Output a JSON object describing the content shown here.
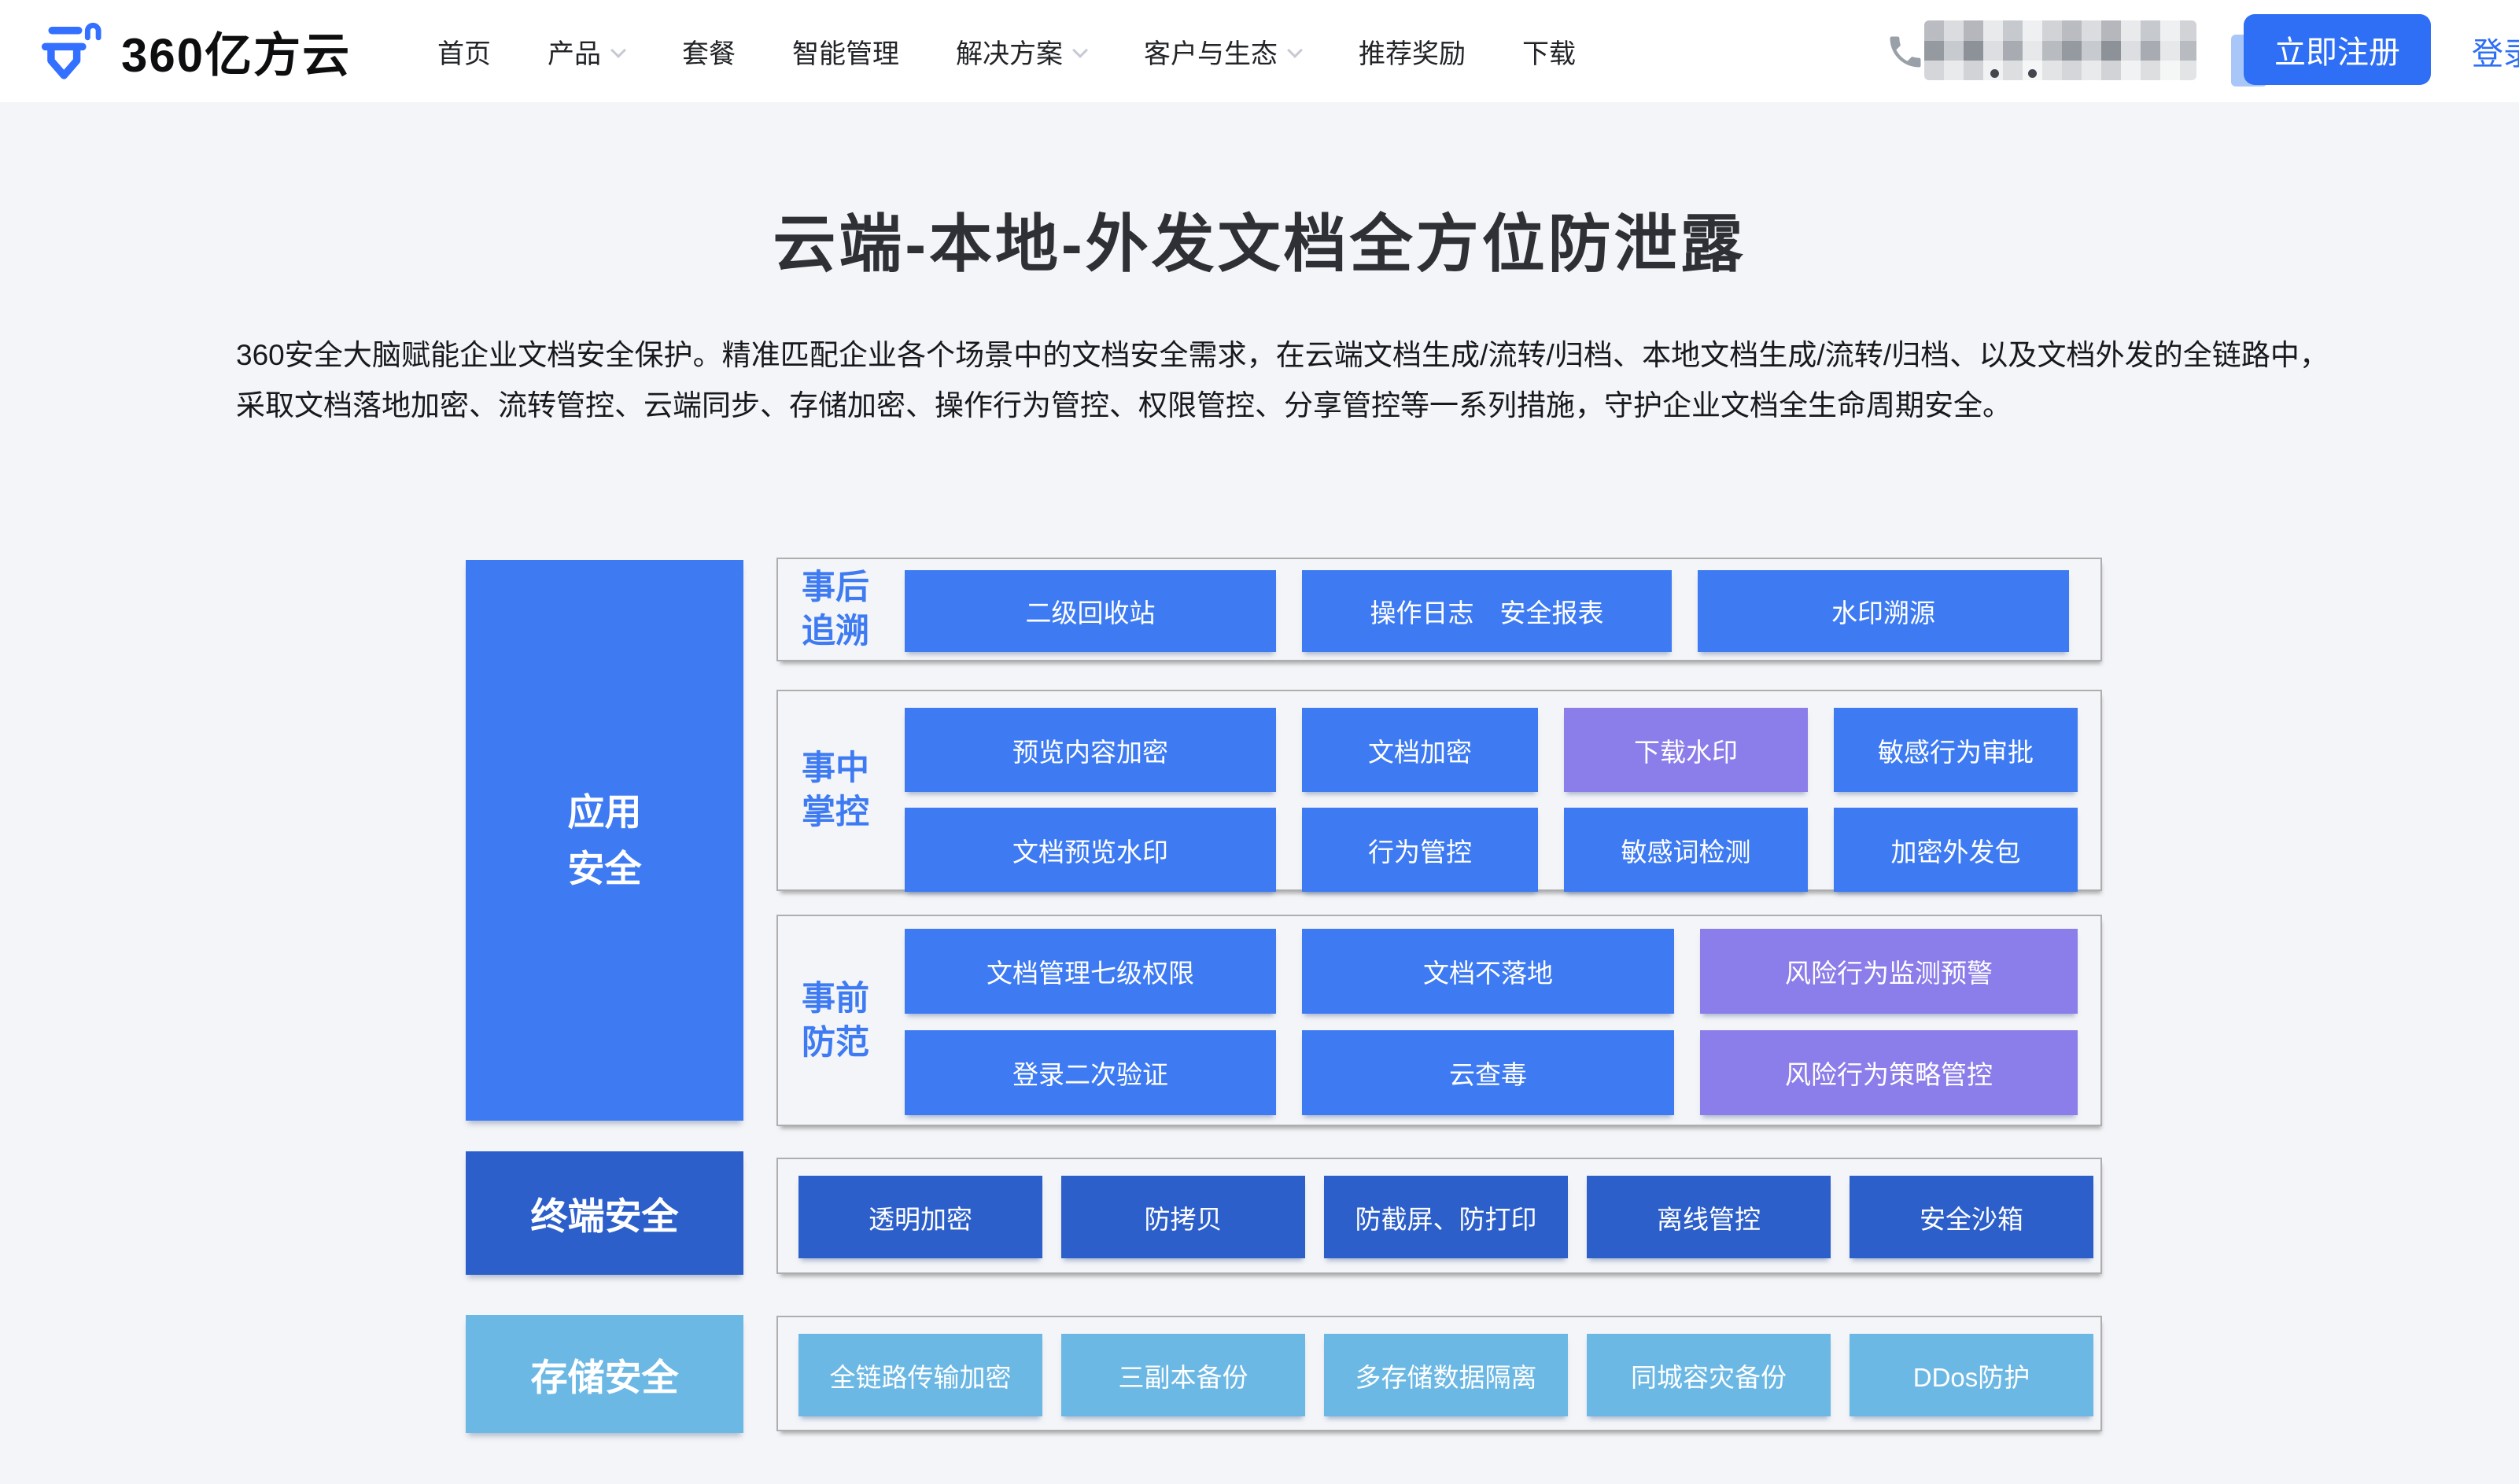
{
  "colors": {
    "primary_blue": "#3e7bf3",
    "purple": "#8b7dea",
    "dark_blue": "#2c5fca",
    "light_blue": "#6cb8e4",
    "accent_blue": "#2e6ff5"
  },
  "header": {
    "logo_text": "360亿方云",
    "nav_items": [
      {
        "label": "首页",
        "dropdown": false
      },
      {
        "label": "产品",
        "dropdown": true
      },
      {
        "label": "套餐",
        "dropdown": false
      },
      {
        "label": "智能管理",
        "dropdown": false
      },
      {
        "label": "解决方案",
        "dropdown": true
      },
      {
        "label": "客户与生态",
        "dropdown": true
      },
      {
        "label": "推荐奖励",
        "dropdown": false
      },
      {
        "label": "下载",
        "dropdown": false
      }
    ],
    "register_label": "立即注册",
    "login_label": "登录"
  },
  "hero": {
    "title": "云端-本地-外发文档全方位防泄露",
    "description": "360安全大脑赋能企业文档安全保护。精准匹配企业各个场景中的文档安全需求，在云端文档生成/流转/归档、本地文档生成/流转/归档、以及文档外发的全链路中，采取文档落地加密、流转管控、云端同步、存储加密、操作行为管控、权限管控、分享管控等一系列措施，守护企业文档全生命周期安全。"
  },
  "diagram": {
    "left_blocks": [
      {
        "line1": "应用",
        "line2": "安全"
      },
      {
        "line1": "终端安全"
      },
      {
        "line1": "存储安全"
      }
    ],
    "groups": [
      {
        "label1": "事后",
        "label2": "追溯",
        "rows": [
          [
            {
              "label": "二级回收站"
            },
            {
              "label": "操作日志　安全报表"
            },
            {
              "label": "水印溯源"
            }
          ]
        ]
      },
      {
        "label1": "事中",
        "label2": "掌控",
        "rows": [
          [
            {
              "label": "预览内容加密"
            },
            {
              "label": "文档加密"
            },
            {
              "label": "下载水印",
              "variant": "purple"
            },
            {
              "label": "敏感行为审批"
            }
          ],
          [
            {
              "label": "文档预览水印"
            },
            {
              "label": "行为管控"
            },
            {
              "label": "敏感词检测"
            },
            {
              "label": "加密外发包"
            }
          ]
        ]
      },
      {
        "label1": "事前",
        "label2": "防范",
        "rows": [
          [
            {
              "label": "文档管理七级权限"
            },
            {
              "label": "文档不落地"
            },
            {
              "label": "风险行为监测预警",
              "variant": "purple"
            }
          ],
          [
            {
              "label": "登录二次验证"
            },
            {
              "label": "云查毒"
            },
            {
              "label": "风险行为策略管控",
              "variant": "purple"
            }
          ]
        ]
      },
      {
        "rows": [
          [
            {
              "label": "透明加密"
            },
            {
              "label": "防拷贝"
            },
            {
              "label": "防截屏、防打印"
            },
            {
              "label": "离线管控"
            },
            {
              "label": "安全沙箱"
            }
          ]
        ]
      },
      {
        "rows": [
          [
            {
              "label": "全链路传输加密"
            },
            {
              "label": "三副本备份"
            },
            {
              "label": "多存储数据隔离"
            },
            {
              "label": "同城容灾备份"
            },
            {
              "label": "DDos防护"
            }
          ]
        ]
      }
    ]
  }
}
